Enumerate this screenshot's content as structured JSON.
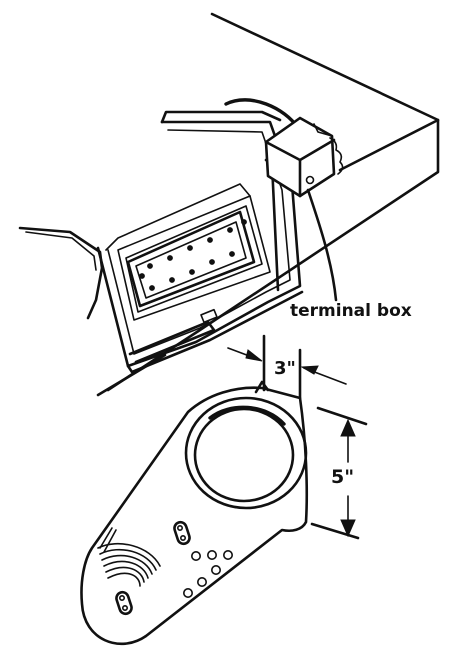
{
  "labels": {
    "terminal_box": "terminal box",
    "width_dim": "3\"",
    "height_dim": "5\""
  },
  "colors": {
    "line": "#111111",
    "background": "#ffffff"
  }
}
